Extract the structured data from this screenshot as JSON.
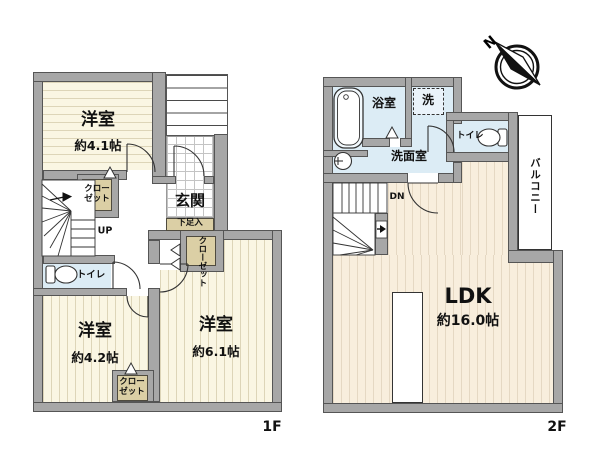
{
  "floor1": {
    "floor_label": "1F",
    "room_a": {
      "name": "洋室",
      "size": "約4.1帖"
    },
    "room_b": {
      "name": "洋室",
      "size": "約4.2帖"
    },
    "room_c": {
      "name": "洋室",
      "size": "約6.1帖"
    },
    "closet_a": "クローゼット",
    "closet_b": "クローゼット",
    "closet_c": "クローゼット",
    "entrance": "玄関",
    "shoe_cabinet": "下足入",
    "toilet": "トイレ",
    "stairs_up": "UP"
  },
  "floor2": {
    "floor_label": "2F",
    "ldk": {
      "name": "LDK",
      "size": "約16.0帖"
    },
    "bathroom": "浴室",
    "washer": "洗",
    "washroom": "洗面室",
    "toilet": "トイレ",
    "balcony": "バルコニー",
    "stairs_down": "DN"
  },
  "compass": {
    "north_label": "N"
  },
  "colors": {
    "wall": "#a7a7a7",
    "floor_cream": "#faf6e3",
    "floor_ldk": "#f8eedd",
    "wet_blue": "#dcecf5",
    "closet_tan": "#dbcfa5"
  }
}
